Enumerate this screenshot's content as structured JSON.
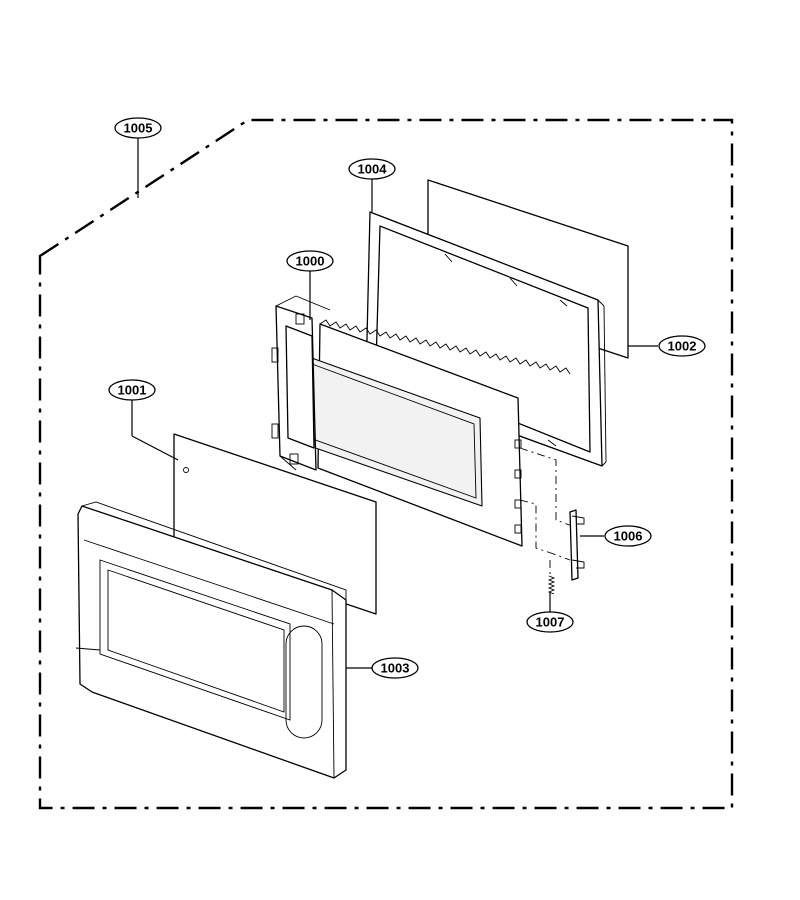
{
  "callouts": {
    "assembly": "1005",
    "inner_frame": "1004",
    "door_frame": "1000",
    "glass_panel": "1002",
    "film_sheet": "1001",
    "door_front": "1003",
    "latch": "1006",
    "spring": "1007"
  },
  "colors": {
    "line": "#000000",
    "background": "#ffffff",
    "fill": "#ffffff"
  }
}
